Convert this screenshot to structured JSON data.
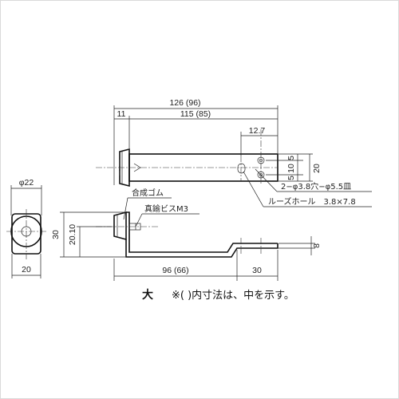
{
  "dimensions": {
    "overall_length": "126 (96)",
    "tip_length": "11",
    "main_length": "115 (85)",
    "slot_offset": "12.7",
    "v5_top": "5",
    "v10": "10",
    "v5_bottom": "5",
    "height_20": "20",
    "diameter": "φ22",
    "end_width": "20",
    "height_30": "30",
    "height_20_10": "20.10",
    "arm_length": "96 (66)",
    "tab_length": "30",
    "tab_thickness": "8"
  },
  "callouts": {
    "hole_spec": "2−φ3.8穴−φ5.5皿",
    "slot_spec": "ルーズホール　3.8×7.8",
    "rubber": "合成ゴム",
    "screw": "真鍮ビスM3"
  },
  "footer": {
    "size": "大",
    "note": "※(  )内寸法は、中を示す。"
  }
}
